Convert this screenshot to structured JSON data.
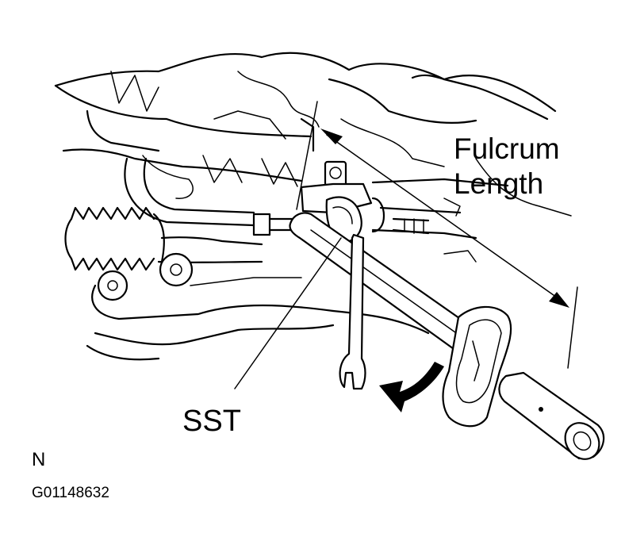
{
  "labels": {
    "fulcrum_line1": "Fulcrum",
    "fulcrum_line2": "Length",
    "tool": "SST",
    "view_code": "N",
    "figure_id": "G01148632"
  },
  "colors": {
    "ink": "#000000",
    "paper": "#ffffff"
  },
  "icons": [
    "rotation-arrow-icon",
    "dimension-arrow-icon"
  ]
}
